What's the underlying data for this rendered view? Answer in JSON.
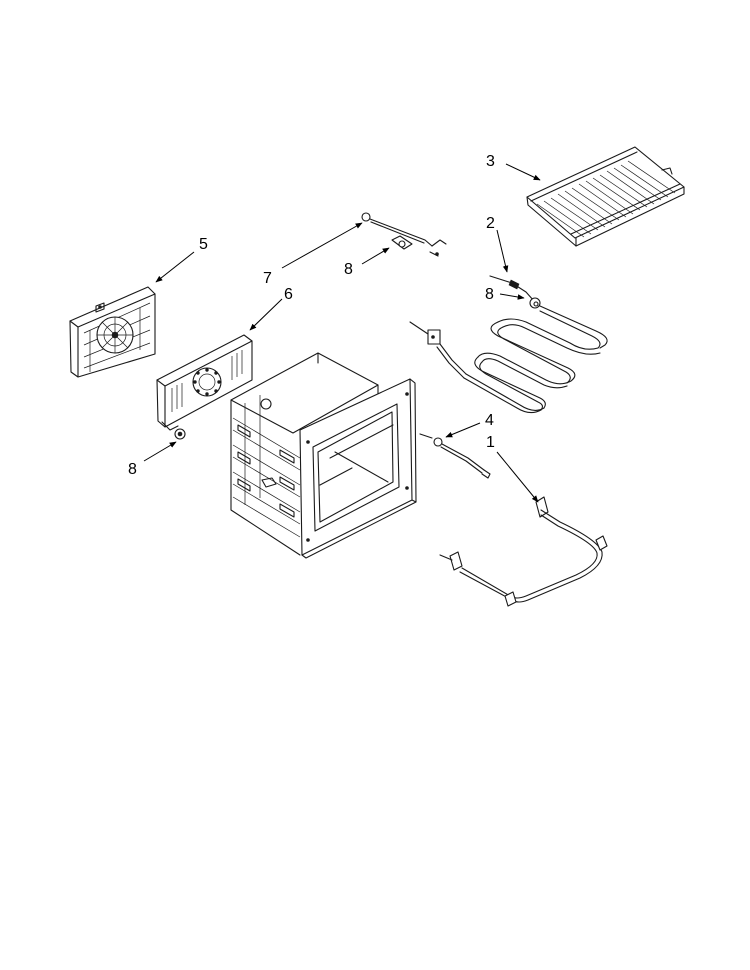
{
  "callouts": [
    {
      "id": "c3",
      "label": "3",
      "part": "oven-rack"
    },
    {
      "id": "c2",
      "label": "2",
      "part": "broil-element-terminal"
    },
    {
      "id": "c8a",
      "label": "8",
      "part": "broil-element-bracket"
    },
    {
      "id": "c5",
      "label": "5",
      "part": "convection-fan-assembly"
    },
    {
      "id": "c7",
      "label": "7",
      "part": "temperature-sensor"
    },
    {
      "id": "c8b",
      "label": "8",
      "part": "sensor-bracket"
    },
    {
      "id": "c6",
      "label": "6",
      "part": "fan-baffle-panel"
    },
    {
      "id": "c8c",
      "label": "8",
      "part": "baffle-bracket"
    },
    {
      "id": "c4",
      "label": "4",
      "part": "probe-wire"
    },
    {
      "id": "c1",
      "label": "1",
      "part": "bake-element"
    }
  ],
  "colors": {
    "line": "#1a1a1a",
    "background": "#ffffff"
  }
}
